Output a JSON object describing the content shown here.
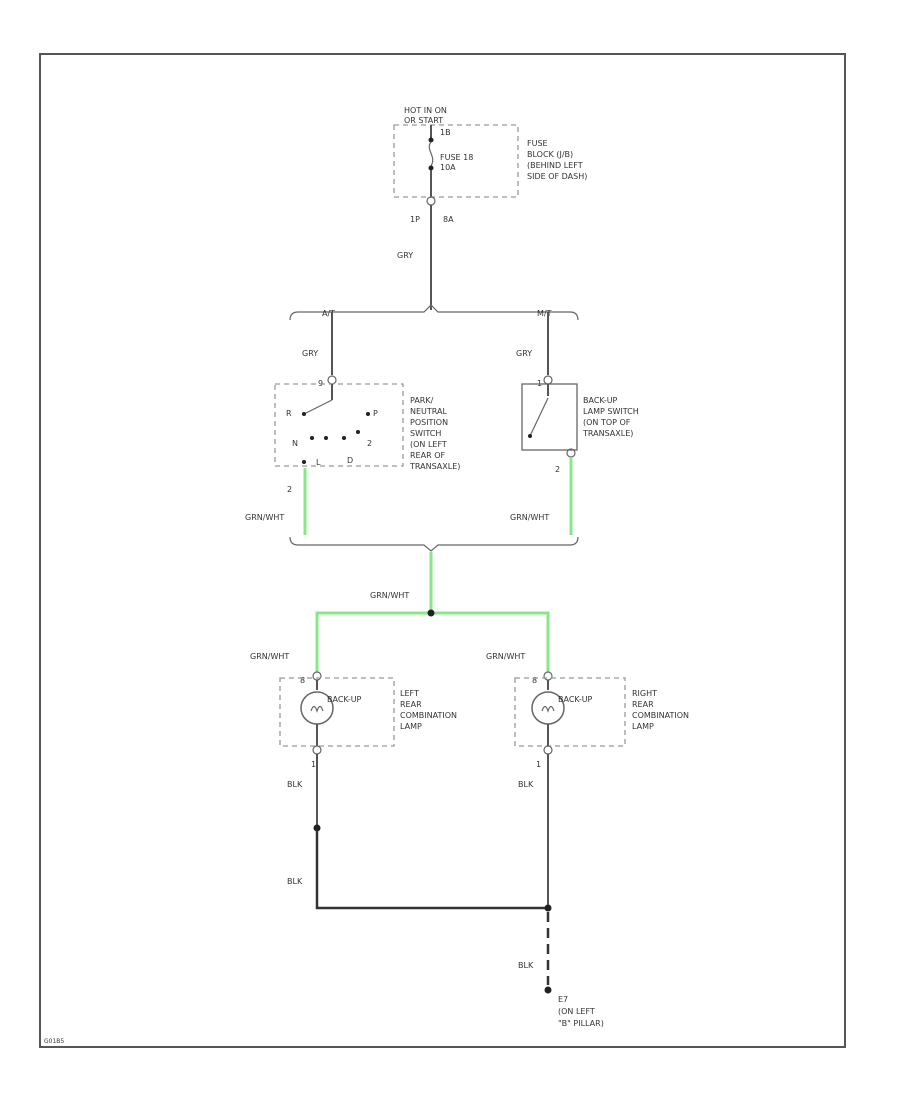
{
  "colors": {
    "wire_gray": "#555555",
    "wire_green": "#88e888",
    "wire_black": "#333333",
    "border": "#555555"
  },
  "fuse": {
    "supply_label": "HOT IN ON",
    "supply_label2": "OR START",
    "fuse_label": "FUSE 18",
    "fuse_rating": "10A",
    "box_label": [
      "FUSE",
      "BLOCK (J/B)",
      "(BEHIND LEFT",
      "SIDE OF DASH)"
    ],
    "pin_top": "1B",
    "pin_bottom_left": "1P",
    "pin_bottom_right": "8A"
  },
  "wires": {
    "gry_main": "GRY",
    "gry_left": "GRY",
    "gry_right": "GRY",
    "grn_wht_left": "GRN/WHT",
    "grn_wht_right": "GRN/WHT",
    "grn_wht_center": "GRN/WHT",
    "grn_wht_lamp_left": "GRN/WHT",
    "grn_wht_lamp_right": "GRN/WHT",
    "blk_left": "BLK",
    "blk_right": "BLK",
    "blk_bottom": "BLK",
    "blk_ground": "BLK"
  },
  "branches": {
    "left": "A/T",
    "right": "M/T"
  },
  "pnp_switch": {
    "label": [
      "PARK/",
      "NEUTRAL",
      "POSITION",
      "SWITCH",
      "(ON LEFT",
      "REAR OF",
      "TRANSAXLE)"
    ],
    "pin_top": "9",
    "pin_bottom": "2",
    "positions": [
      "P",
      "R",
      "N",
      "D",
      "2",
      "L"
    ]
  },
  "backup_switch": {
    "label": [
      "BACK-UP",
      "LAMP SWITCH",
      "(ON TOP OF",
      "TRANSAXLE)"
    ],
    "pin_top": "1",
    "pin_bottom": "2"
  },
  "left_lamp": {
    "lamp_label": "BACK-UP",
    "label": [
      "LEFT",
      "REAR",
      "COMBINATION",
      "LAMP"
    ],
    "pin_top": "8",
    "pin_bottom": "1"
  },
  "right_lamp": {
    "lamp_label": "BACK-UP",
    "label": [
      "RIGHT",
      "REAR",
      "COMBINATION",
      "LAMP"
    ],
    "pin_top": "8",
    "pin_bottom": "1"
  },
  "ground": {
    "label": [
      "E7",
      "(ON LEFT",
      "\"B\" PILLAR)"
    ]
  },
  "figure_id": "G01B5"
}
